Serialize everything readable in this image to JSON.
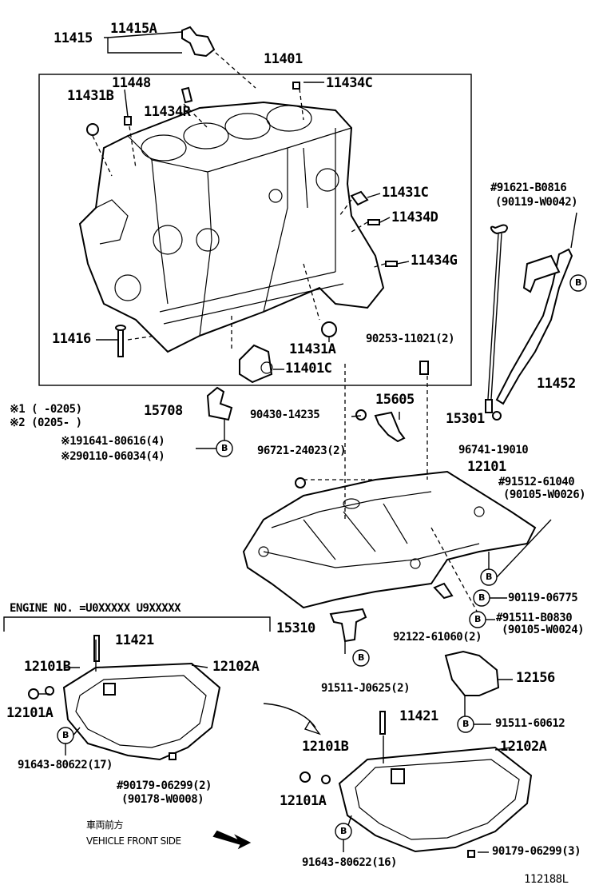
{
  "labels": {
    "p11415": "11415",
    "p11415A": "11415A",
    "p11401": "11401",
    "p11448": "11448",
    "p11431B": "11431B",
    "p11434C": "11434C",
    "p11434R": "11434R",
    "p11431C": "11431C",
    "p11434D": "11434D",
    "p11434G": "11434G",
    "p11416": "11416",
    "p11431A": "11431A",
    "p11401C": "11401C",
    "p90253": "90253-11021(2)",
    "p91621": "#91621-B0816",
    "p90119a": "(90119-W0042)",
    "p11452": "11452",
    "note1": "※1 (     -0205)",
    "note2": "※2 (0205-      )",
    "p15708": "15708",
    "p91641": "※191641-80616(4)",
    "p90110": "※290110-06034(4)",
    "p90430": "90430-14235",
    "p15605": "15605",
    "p15301": "15301",
    "p96741": "96741-19010",
    "p96721": "96721-24023(2)",
    "p12101": "12101",
    "p91512": "#91512-61040",
    "p90105a": "(90105-W0026)",
    "p90119b": "90119-06775",
    "p91511b": "#91511-B0830",
    "p90105b": "(90105-W0024)",
    "p92122": "92122-61060(2)",
    "engine": "ENGINE NO. =U0XXXXX U9XXXXX",
    "p15310": "15310",
    "p11421a": "11421",
    "p12101Ba": "12101B",
    "p12102Aa": "12102A",
    "p12101Aa": "12101A",
    "p91643a": "91643-80622(17)",
    "p90179a": "#90179-06299(2)",
    "p90178": "(90178-W0008)",
    "p91511j": "91511-J0625(2)",
    "p12156": "12156",
    "p11421b": "11421",
    "p91511c": "91511-60612",
    "p12101Bb": "12101B",
    "p12102Ab": "12102A",
    "p12101Ab": "12101A",
    "p91643b": "91643-80622(16)",
    "p90179b": "90179-06299(3)",
    "front_jp": "車両前方",
    "front_en": "VEHICLE FRONT SIDE",
    "figno": "112188L",
    "b": "B"
  }
}
